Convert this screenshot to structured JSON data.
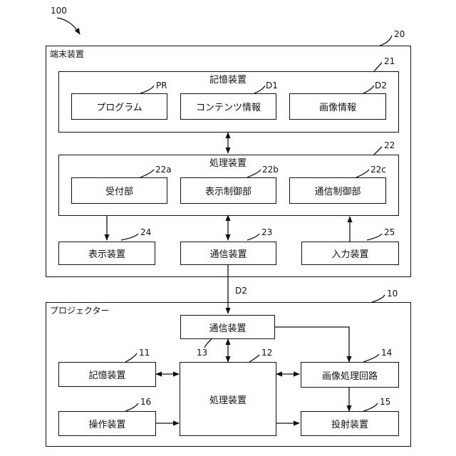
{
  "figure_ref": "100",
  "terminal": {
    "label": "端末装置",
    "ref": "20",
    "storage": {
      "title": "記憶装置",
      "ref": "21",
      "items": [
        {
          "label": "プログラム",
          "ref": "PR"
        },
        {
          "label": "コンテンツ情報",
          "ref": "D1"
        },
        {
          "label": "画像情報",
          "ref": "D2"
        }
      ]
    },
    "processing": {
      "title": "処理装置",
      "ref": "22",
      "items": [
        {
          "label": "受付部",
          "ref": "22a"
        },
        {
          "label": "表示制御部",
          "ref": "22b"
        },
        {
          "label": "通信制御部",
          "ref": "22c"
        }
      ]
    },
    "display": {
      "label": "表示装置",
      "ref": "24"
    },
    "comm": {
      "label": "通信装置",
      "ref": "23"
    },
    "input": {
      "label": "入力装置",
      "ref": "25"
    }
  },
  "link_label": "D2",
  "projector": {
    "label": "プロジェクター",
    "ref": "10",
    "comm": {
      "label": "通信装置",
      "ref": "13"
    },
    "storage": {
      "label": "記憶装置",
      "ref": "11"
    },
    "processing": {
      "label": "処理装置",
      "ref": "12"
    },
    "image_proc": {
      "label": "画像処理回路",
      "ref": "14"
    },
    "operation": {
      "label": "操作装置",
      "ref": "16"
    },
    "projection": {
      "label": "投射装置",
      "ref": "15"
    }
  }
}
